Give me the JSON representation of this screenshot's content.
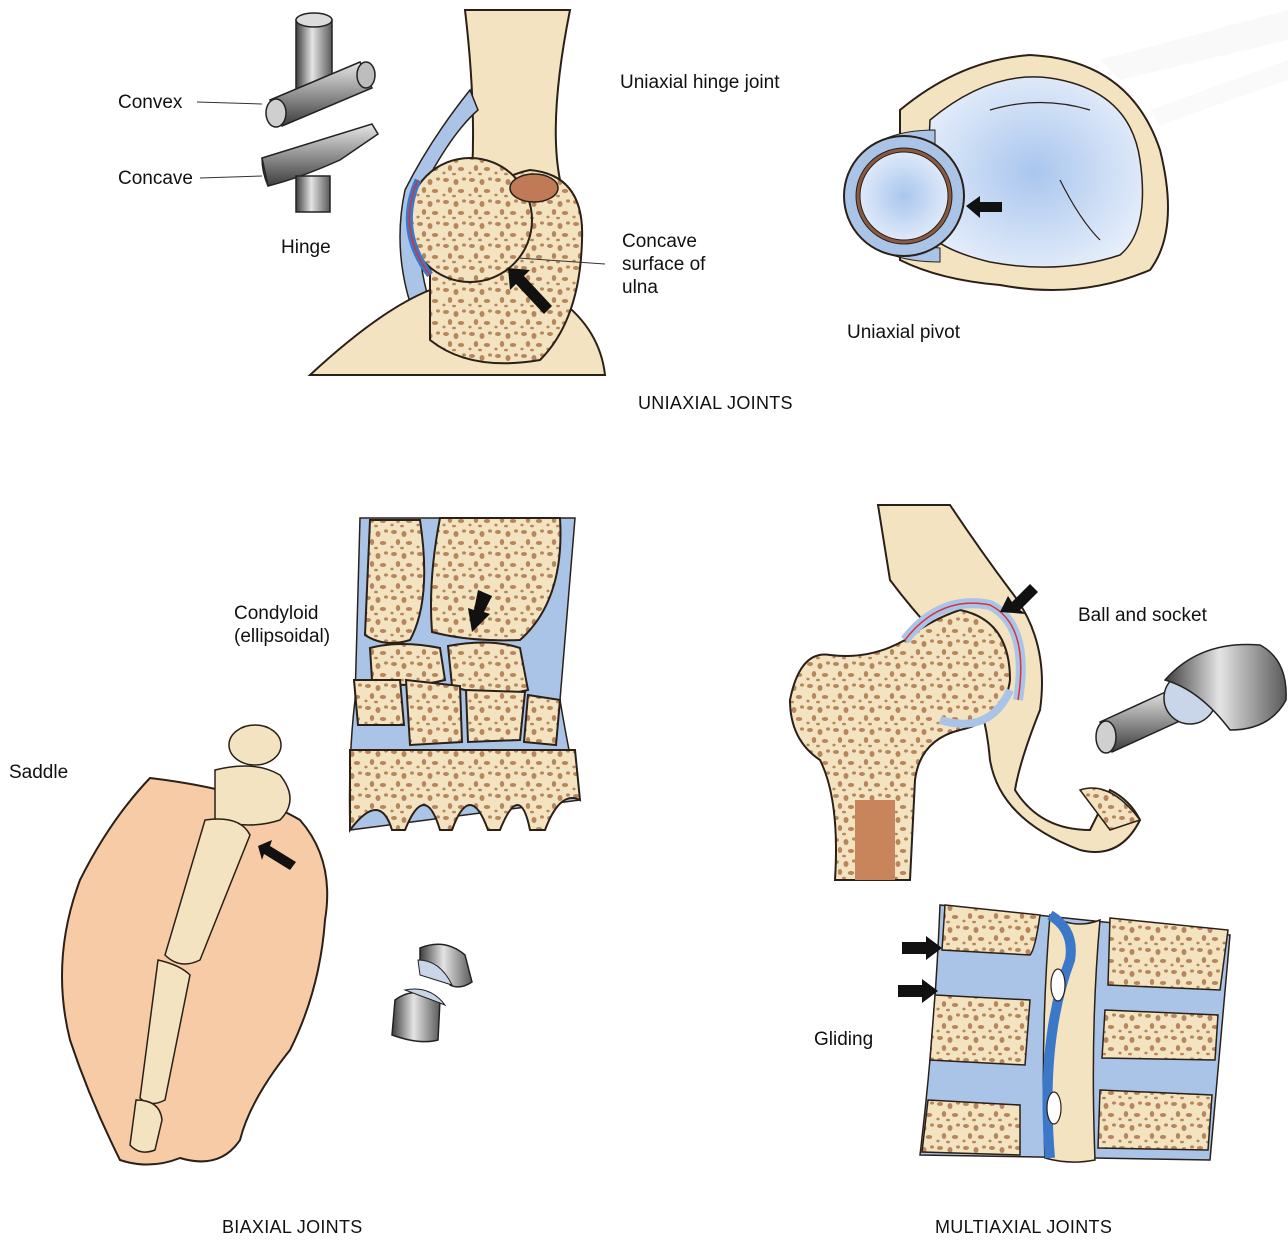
{
  "colors": {
    "bone": "#f3e3c0",
    "bone_outline": "#2a2018",
    "spongy_dots": "#b8865c",
    "cartilage_blue": "#a9c4e6",
    "capsule_blue": "#6f98d0",
    "synovial_red": "#d4323c",
    "skin": "#f7cba6",
    "metal_dark": "#5a5a5a",
    "metal_light": "#d8d8d8",
    "marrow": "#c8845a"
  },
  "icons": [
    "arrow-icon",
    "hinge-model-icon",
    "saddle-model-icon",
    "ball-socket-model-icon"
  ],
  "labels": {
    "convex": "Convex",
    "concave": "Concave",
    "hinge": "Hinge",
    "uniaxial_hinge_joint": "Uniaxial hinge joint",
    "concave_surface": [
      "Concave",
      "surface of",
      "ulna"
    ],
    "uniaxial_pivot": "Uniaxial pivot",
    "condyloid": [
      "Condyloid",
      "(ellipsoidal)"
    ],
    "saddle": "Saddle",
    "ball_and_socket": "Ball and socket",
    "gliding": "Gliding"
  },
  "sections": {
    "uniaxial": "UNIAXIAL JOINTS",
    "biaxial": "BIAXIAL JOINTS",
    "multiaxial": "MULTIAXIAL JOINTS"
  }
}
